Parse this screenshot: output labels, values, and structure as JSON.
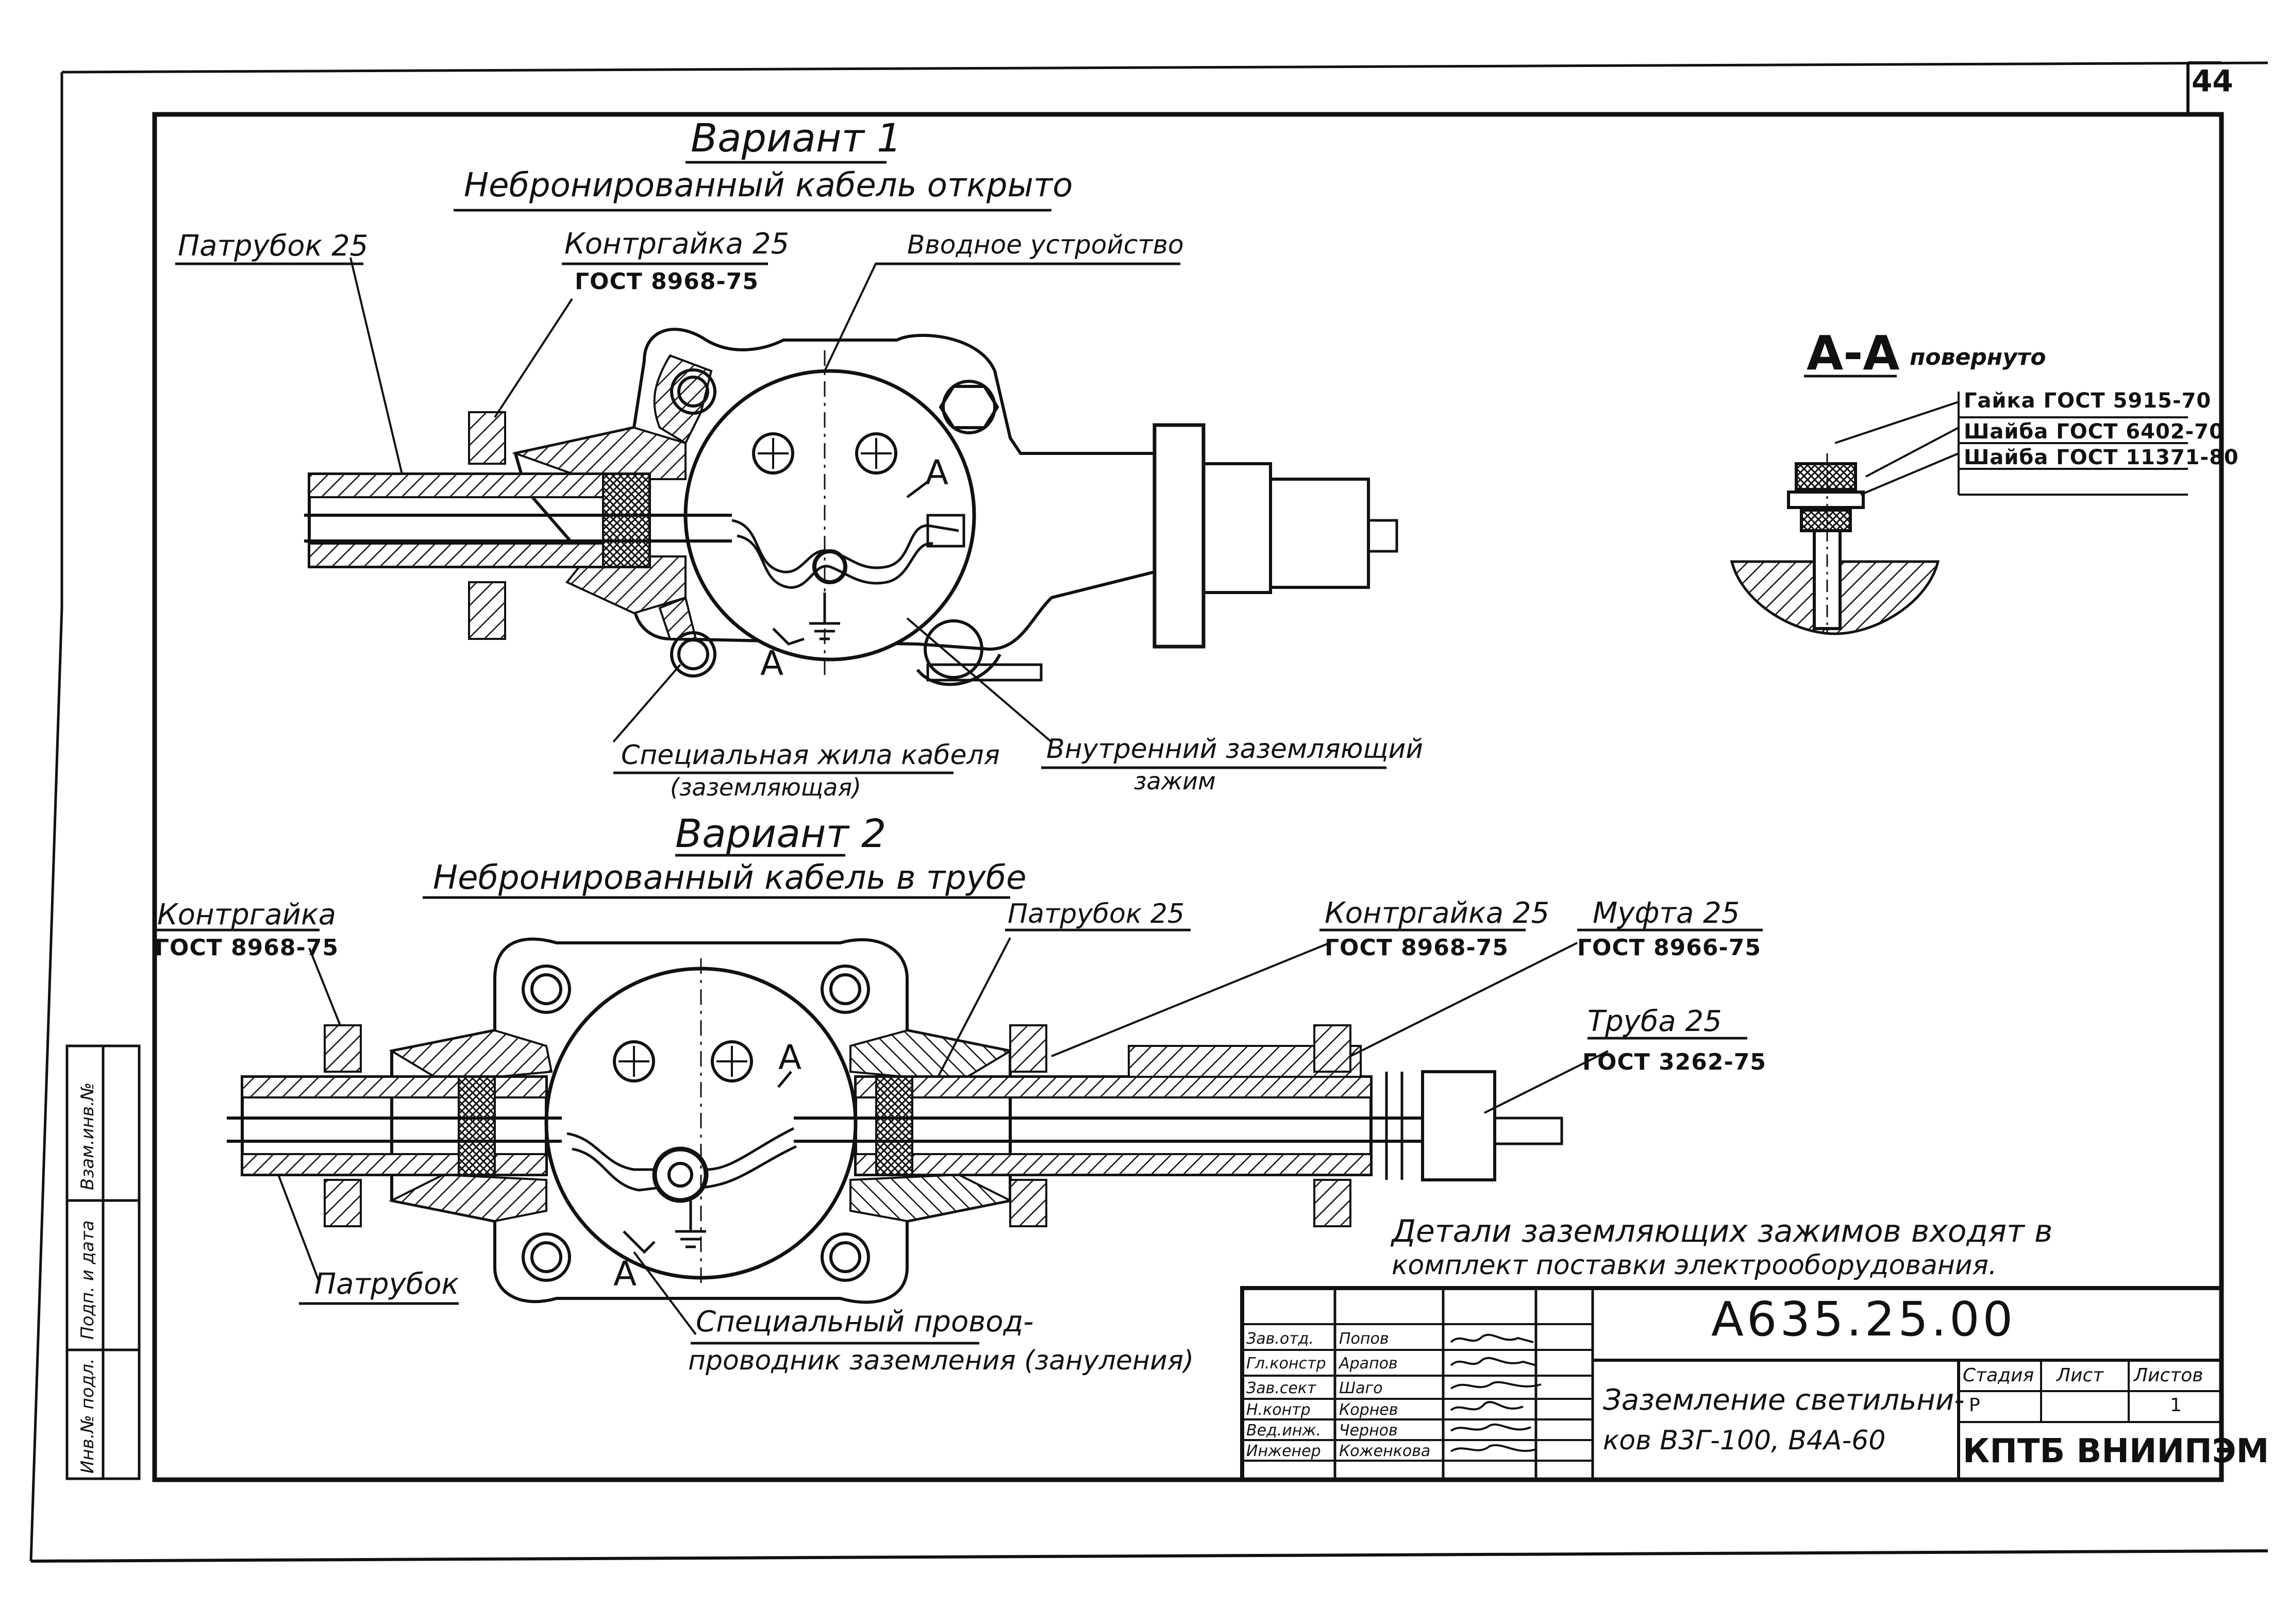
{
  "sheet": {
    "page_number": "44"
  },
  "variant1": {
    "title": "Вариант 1",
    "subtitle": "Небронированный кабель открыто",
    "labels": {
      "patrubok": "Патрубок 25",
      "kontrgaika": "Контргайка 25",
      "kontrgaika_gost": "ГОСТ 8968-75",
      "vvodnoe": "Вводное устройство",
      "spec_zhila_1": "Специальная жила кабеля",
      "spec_zhila_2": "(заземляющая)",
      "vnutr_1": "Внутренний заземляющий",
      "vnutr_2": "зажим",
      "mark_a_top": "А",
      "mark_a_bottom": "А"
    }
  },
  "section_aa": {
    "title": "А-А",
    "note": "повернуто",
    "items": [
      "Гайка ГОСТ 5915-70",
      "Шайба ГОСТ 6402-70",
      "Шайба ГОСТ 11371-80"
    ]
  },
  "variant2": {
    "title": "Вариант 2",
    "subtitle": "Небронированный кабель в трубе",
    "labels": {
      "kontrgaika": "Контргайка",
      "kontrgaika_gost": "ГОСТ 8968-75",
      "patrubok25": "Патрубок 25",
      "kontrgaika25": "Контргайка 25",
      "kontrgaika25_gost": "ГОСТ 8968-75",
      "mufta": "Муфта 25",
      "mufta_gost": "ГОСТ 8966-75",
      "truba": "Труба 25",
      "truba_gost": "ГОСТ 3262-75",
      "patrubok": "Патрубок",
      "spec_provod_1": "Специальный провод-",
      "spec_provod_2": "проводник заземления (зануления)",
      "mark_a_top": "А",
      "mark_a_bottom": "А"
    }
  },
  "note": {
    "line1": "Детали заземляющих зажимов входят в",
    "line2": "комплект поставки электрооборудования."
  },
  "title_block": {
    "code": "А635.25.00",
    "name_line1": "Заземление светильни-",
    "name_line2": "ков В3Г-100, В4А-60",
    "stage_header": "Стадия",
    "sheet_header": "Лист",
    "sheets_header": "Листов",
    "stage": "Р",
    "sheet": "",
    "sheets": "1",
    "org": "КПТБ ВНИИПЭМ",
    "roles": [
      {
        "role": "Зав.отд.",
        "name": "Попов"
      },
      {
        "role": "Гл.констр",
        "name": "Арапов"
      },
      {
        "role": "Зав.сект",
        "name": "Шаго"
      },
      {
        "role": "Н.контр",
        "name": "Корнев"
      },
      {
        "role": "Вед.инж.",
        "name": "Чернов"
      },
      {
        "role": "Инженер",
        "name": "Коженкова"
      }
    ]
  },
  "side_stamp": {
    "fields": [
      "Инв.№ подл.",
      "Подп. и дата",
      "Взам.инв.№"
    ]
  }
}
